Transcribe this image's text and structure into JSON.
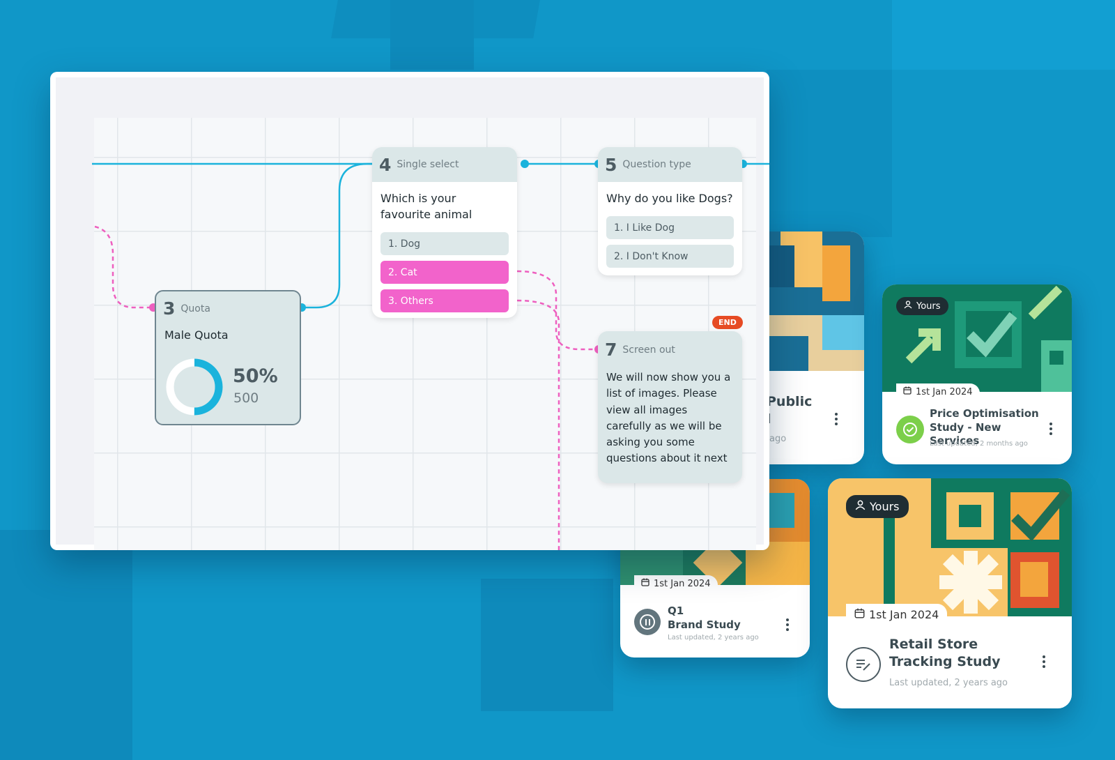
{
  "flow": {
    "node_quota": {
      "number": "3",
      "type": "Quota",
      "title": "Male Quota",
      "percent_label": "50%",
      "count": "500",
      "fill": 0.5
    },
    "node_single": {
      "number": "4",
      "type": "Single select",
      "question": "Which is your favourite animal",
      "options": [
        "1. Dog",
        "2. Cat",
        "3. Others"
      ]
    },
    "node_question": {
      "number": "5",
      "type": "Question type",
      "question": "Why do you like Dogs?",
      "options": [
        "1. I Like Dog",
        "2. I Don't Know"
      ]
    },
    "node_screen": {
      "number": "7",
      "type": "Screen out",
      "badge": "END",
      "message": "We will now show you a list of images. Please view all images carefully as we will be asking you some questions about it next"
    }
  },
  "cards": {
    "public": {
      "title_line1": "Public",
      "title_line2": "l",
      "subtitle": "ago"
    },
    "price": {
      "yours": "Yours",
      "date": "1st Jan 2024",
      "title": "Price Optimisation Study - New Services",
      "subtitle": "Last updated, 2 months ago",
      "status_icon": "check-circle-icon"
    },
    "q1": {
      "date": "1st Jan 2024",
      "title_line1": "Q1",
      "title_line2": "Brand Study",
      "subtitle": "Last updated, 2 years ago",
      "status_icon": "pause-icon"
    },
    "retail": {
      "yours": "Yours",
      "date": "1st Jan 2024",
      "title": "Retail Store Tracking Study",
      "subtitle": "Last updated, 2 years ago",
      "status_icon": "edit-note-icon"
    }
  },
  "colors": {
    "background": "#1097c8",
    "link_blue": "#1bb3dc",
    "link_pink": "#ee5fbf",
    "option_pink": "#f263cb",
    "end_red": "#e64b24"
  }
}
